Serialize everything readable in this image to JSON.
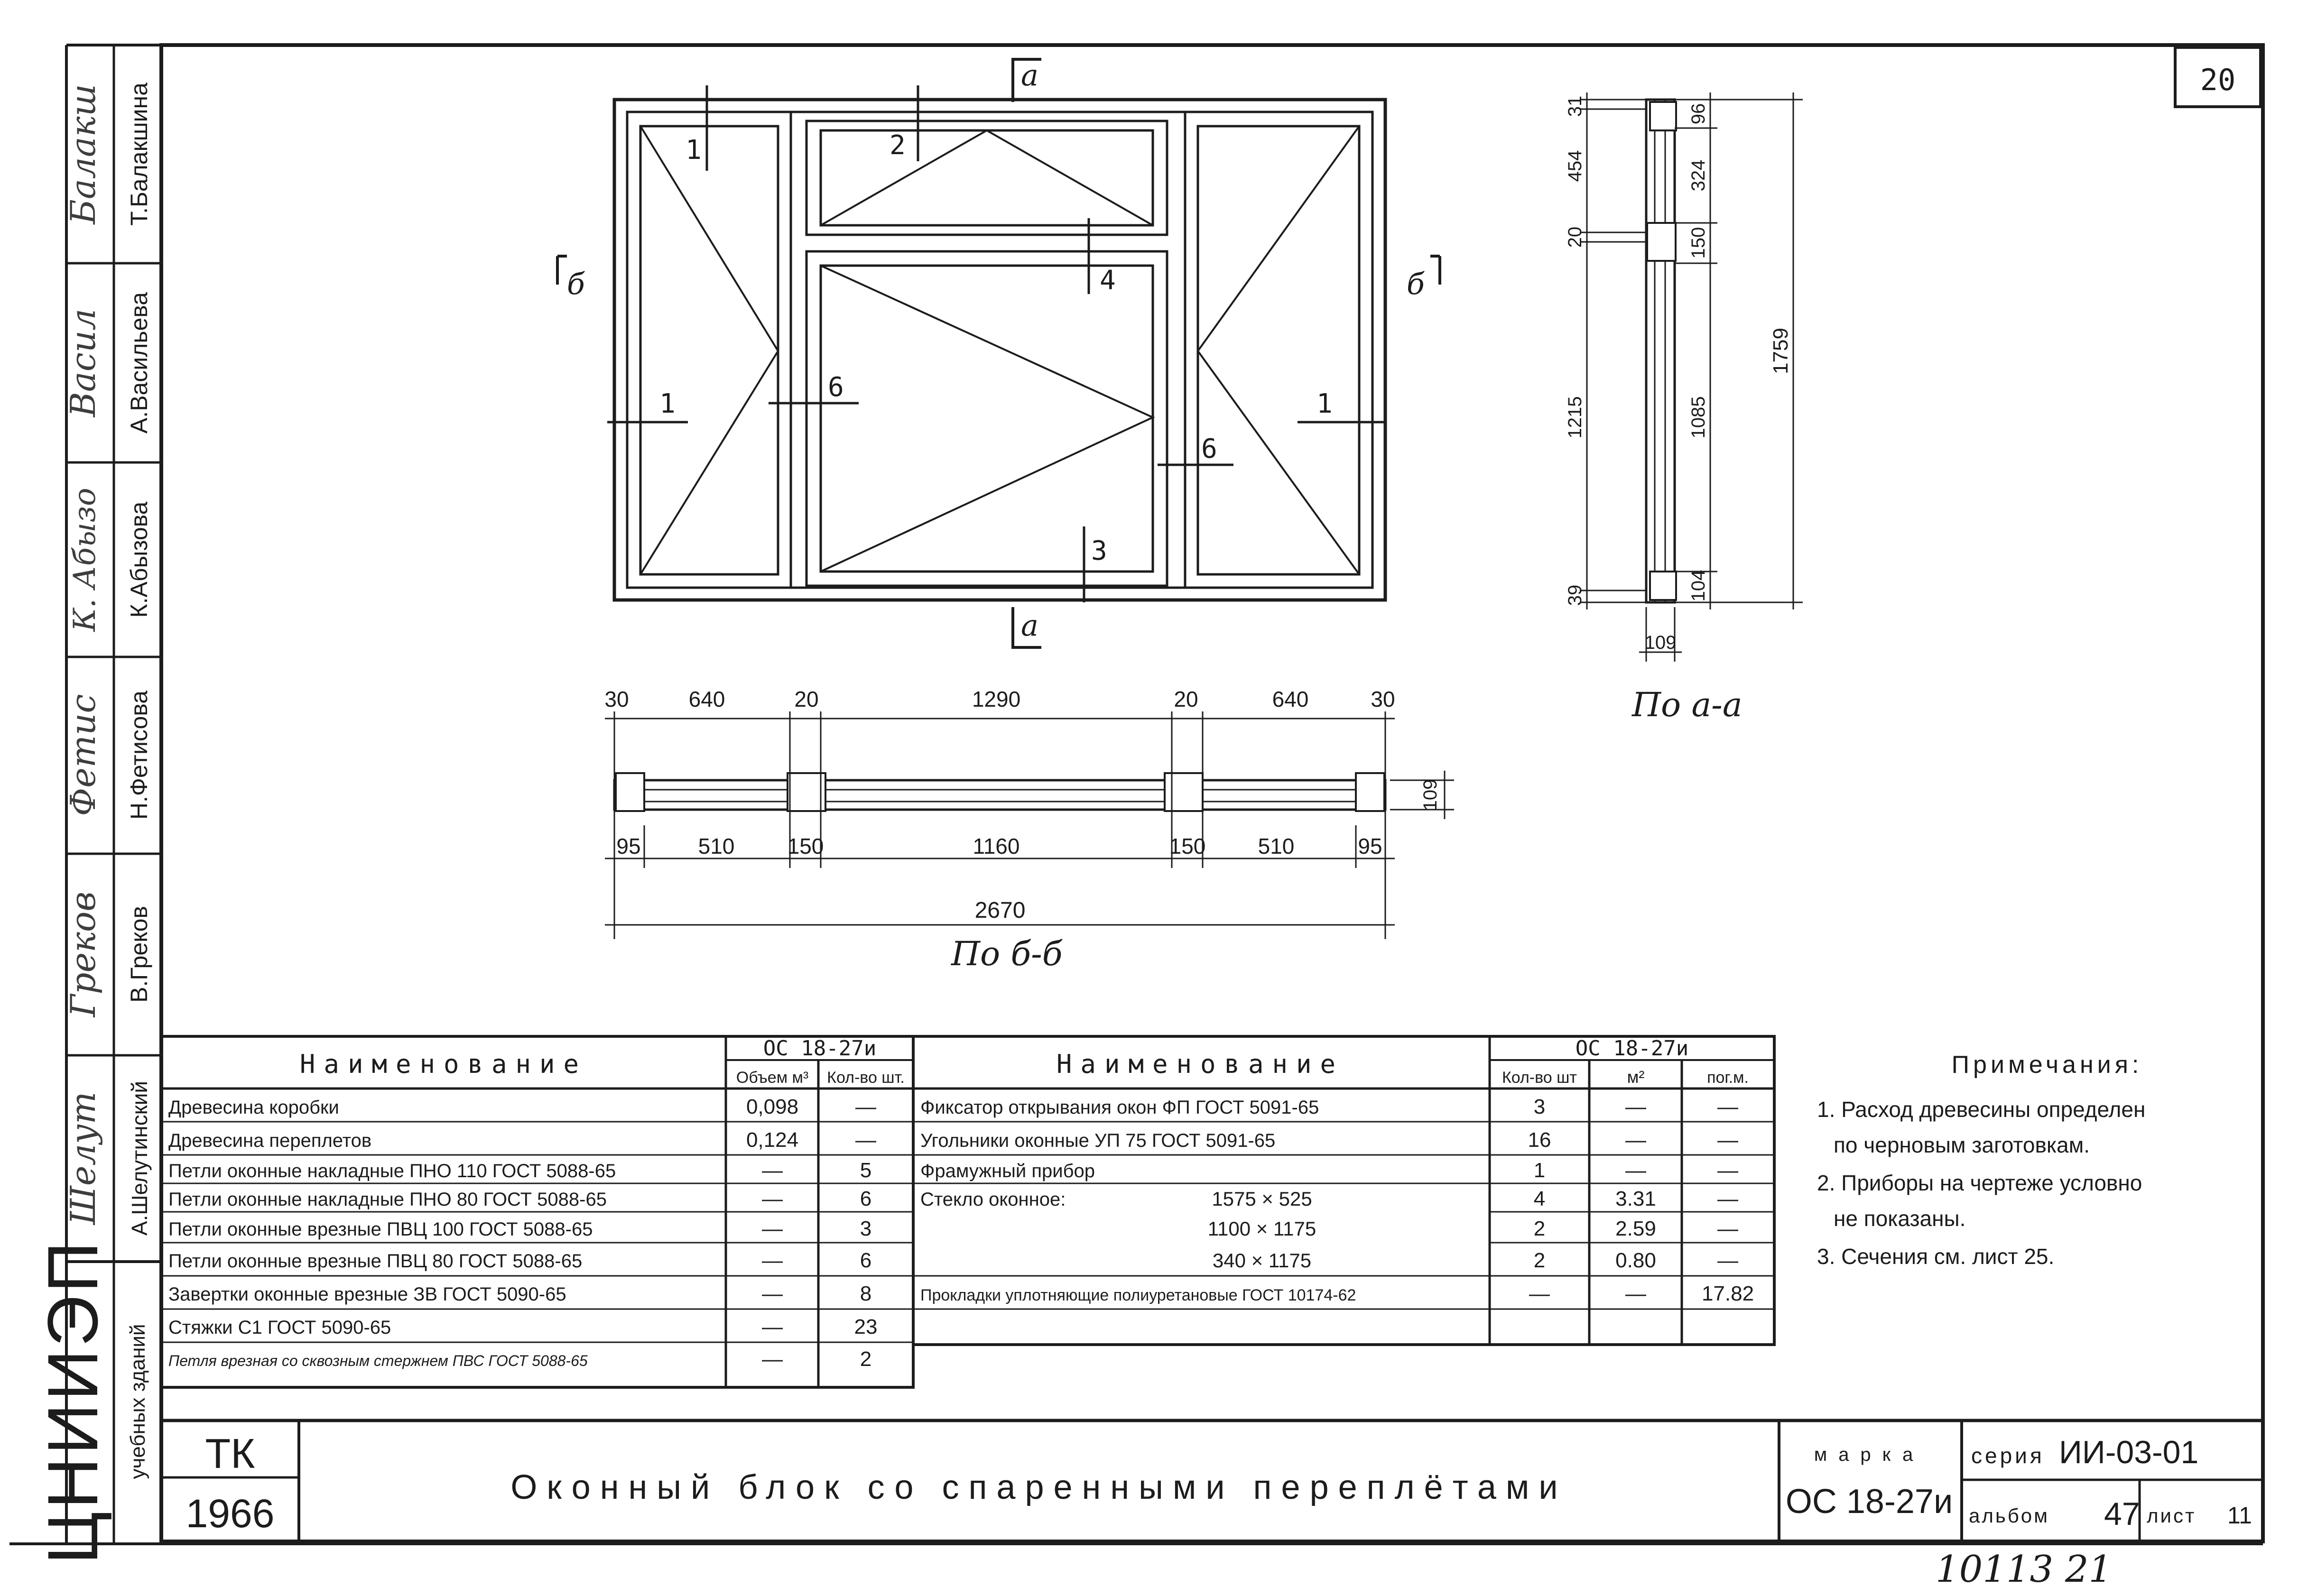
{
  "sheet_number": "20",
  "drawing": {
    "section_marks": {
      "a": "а",
      "b": "б"
    },
    "frame_callouts": [
      "1",
      "2",
      "1",
      "1",
      "4",
      "6",
      "6",
      "3"
    ],
    "plan_caption": "По б-б",
    "side_caption": "По а-а",
    "plan_top_dims": [
      "30",
      "640",
      "20",
      "1290",
      "20",
      "640",
      "30"
    ],
    "plan_bottom_dims": [
      "95",
      "510",
      "150",
      "1160",
      "150",
      "510",
      "95"
    ],
    "plan_total": "2670",
    "plan_depth": "109",
    "side_left_dims": [
      "31",
      "454",
      "20",
      "1215",
      "39"
    ],
    "side_right_dims": [
      "96",
      "324",
      "150",
      "1085",
      "104"
    ],
    "side_total": "1759",
    "side_depth": "109"
  },
  "left_table": {
    "header_name": "Наименование",
    "header_group": "ОС 18-27и",
    "col_volume": "Объем м³",
    "col_qty": "Кол-во шт.",
    "rows": [
      {
        "name": "Древесина коробки",
        "volume": "0,098",
        "qty": "—"
      },
      {
        "name": "Древесина переплетов",
        "volume": "0,124",
        "qty": "—"
      },
      {
        "name": "Петли оконные накладные ПНО 110 ГОСТ 5088-65",
        "volume": "—",
        "qty": "5"
      },
      {
        "name": "Петли оконные накладные ПНО 80 ГОСТ 5088-65",
        "volume": "—",
        "qty": "6"
      },
      {
        "name": "Петли оконные врезные ПВЦ 100 ГОСТ 5088-65",
        "volume": "—",
        "qty": "3"
      },
      {
        "name": "Петли оконные врезные ПВЦ 80 ГОСТ 5088-65",
        "volume": "—",
        "qty": "6"
      },
      {
        "name": "Завертки оконные врезные ЗВ ГОСТ 5090-65",
        "volume": "—",
        "qty": "8"
      },
      {
        "name": "Стяжки С1 ГОСТ 5090-65",
        "volume": "—",
        "qty": "23"
      },
      {
        "name": "Петля врезная со сквозным стержнем ПВС ГОСТ 5088-65",
        "volume": "—",
        "qty": "2"
      }
    ]
  },
  "right_table": {
    "header_name": "Наименование",
    "header_group": "ОС 18-27и",
    "col_qty": "Кол-во шт",
    "col_m2": "м²",
    "col_pogm": "пог.м.",
    "rows": [
      {
        "name": "Фиксатор открывания окон ФП ГОСТ 5091-65",
        "qty": "3",
        "m2": "—",
        "pogm": "—"
      },
      {
        "name": "Угольники оконные УП 75 ГОСТ 5091-65",
        "qty": "16",
        "m2": "—",
        "pogm": "—"
      },
      {
        "name": "Фрамужный прибор",
        "qty": "1",
        "m2": "—",
        "pogm": "—"
      },
      {
        "name": "Стекло оконное:",
        "size": "1575 × 525",
        "qty": "4",
        "m2": "3.31",
        "pogm": "—"
      },
      {
        "name": "",
        "size": "1100 × 1175",
        "qty": "2",
        "m2": "2.59",
        "pogm": "—"
      },
      {
        "name": "",
        "size": "340 × 1175",
        "qty": "2",
        "m2": "0.80",
        "pogm": "—"
      },
      {
        "name": "Прокладки уплотняющие полиуретановые ГОСТ 10174-62",
        "qty": "—",
        "m2": "—",
        "pogm": "17.82"
      }
    ]
  },
  "notes": {
    "title": "Примечания:",
    "items": [
      "1. Расход древесины определен",
      "по черновым заготовкам.",
      "2. Приборы на чертеже условно",
      "не показаны.",
      "3. Сечения см. лист 25."
    ]
  },
  "stamp": {
    "org": "ЦНИИЭП",
    "org_sub": "учебных зданий",
    "dept": "ТК",
    "year": "1966",
    "title": "Оконный блок со спаренными переплётами",
    "marka_label": "марка",
    "marka": "ОС 18-27и",
    "series_label": "серия",
    "series": "ИИ-03-01",
    "album_label": "альбом",
    "album": "47",
    "sheet_label": "лист",
    "sheet": "11"
  },
  "signatures": [
    {
      "name": "Т.Балакшина",
      "sign": "Балакш"
    },
    {
      "name": "А.Васильева",
      "sign": "Васил"
    },
    {
      "name": "К.Абызова",
      "sign": "К. Абызо"
    },
    {
      "name": "Н.Фетисова",
      "sign": "Фетис"
    },
    {
      "name": "В.Греков",
      "sign": "Греков"
    },
    {
      "name": "А.Шелутинский",
      "sign": "Шелут"
    }
  ],
  "archive_number": "10113 21"
}
